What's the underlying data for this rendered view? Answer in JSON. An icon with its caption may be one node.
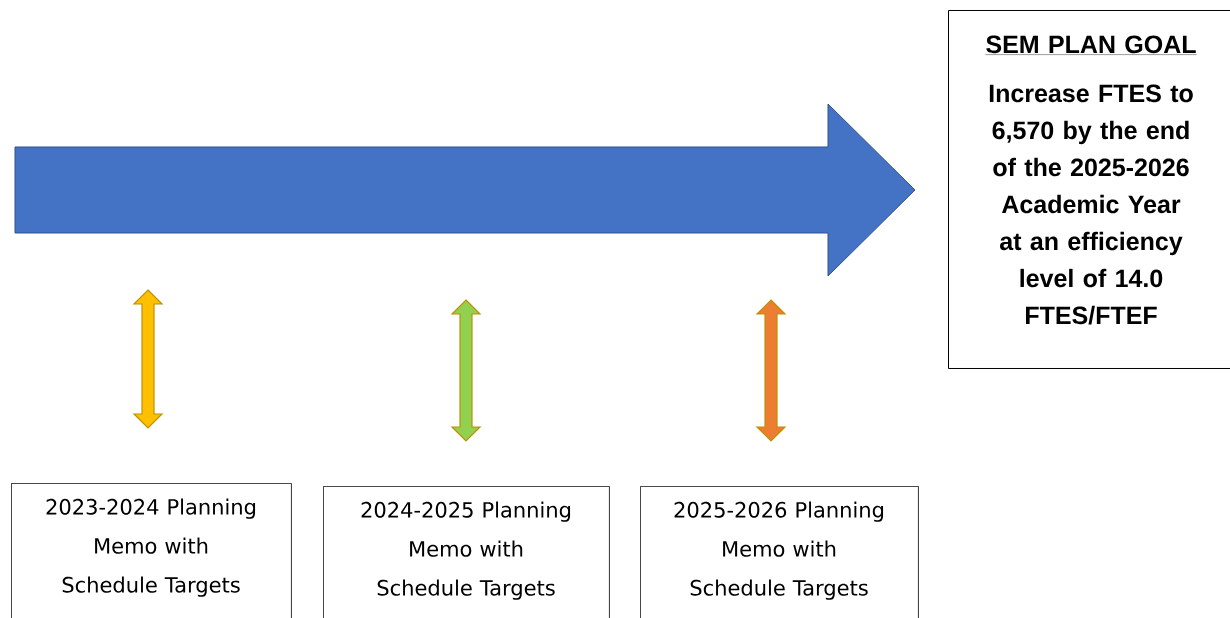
{
  "diagram": {
    "nodes": [
      {
        "text": [
          "SEM PLAN GOAL",
          "Increase FTES to 6,570 by the end of the 2025-2026 Academic Year at an efficiency level of 14.0 FTES/FTEF"
        ]
      },
      {
        "text": [
          "2023-2024 Planning Memo with Schedule Targets"
        ]
      },
      {
        "text": [
          "2024-2025 Planning Memo with Schedule Targets"
        ]
      },
      {
        "text": [
          "2025-2026 Planning Memo with Schedule Targets"
        ]
      }
    ]
  }
}
